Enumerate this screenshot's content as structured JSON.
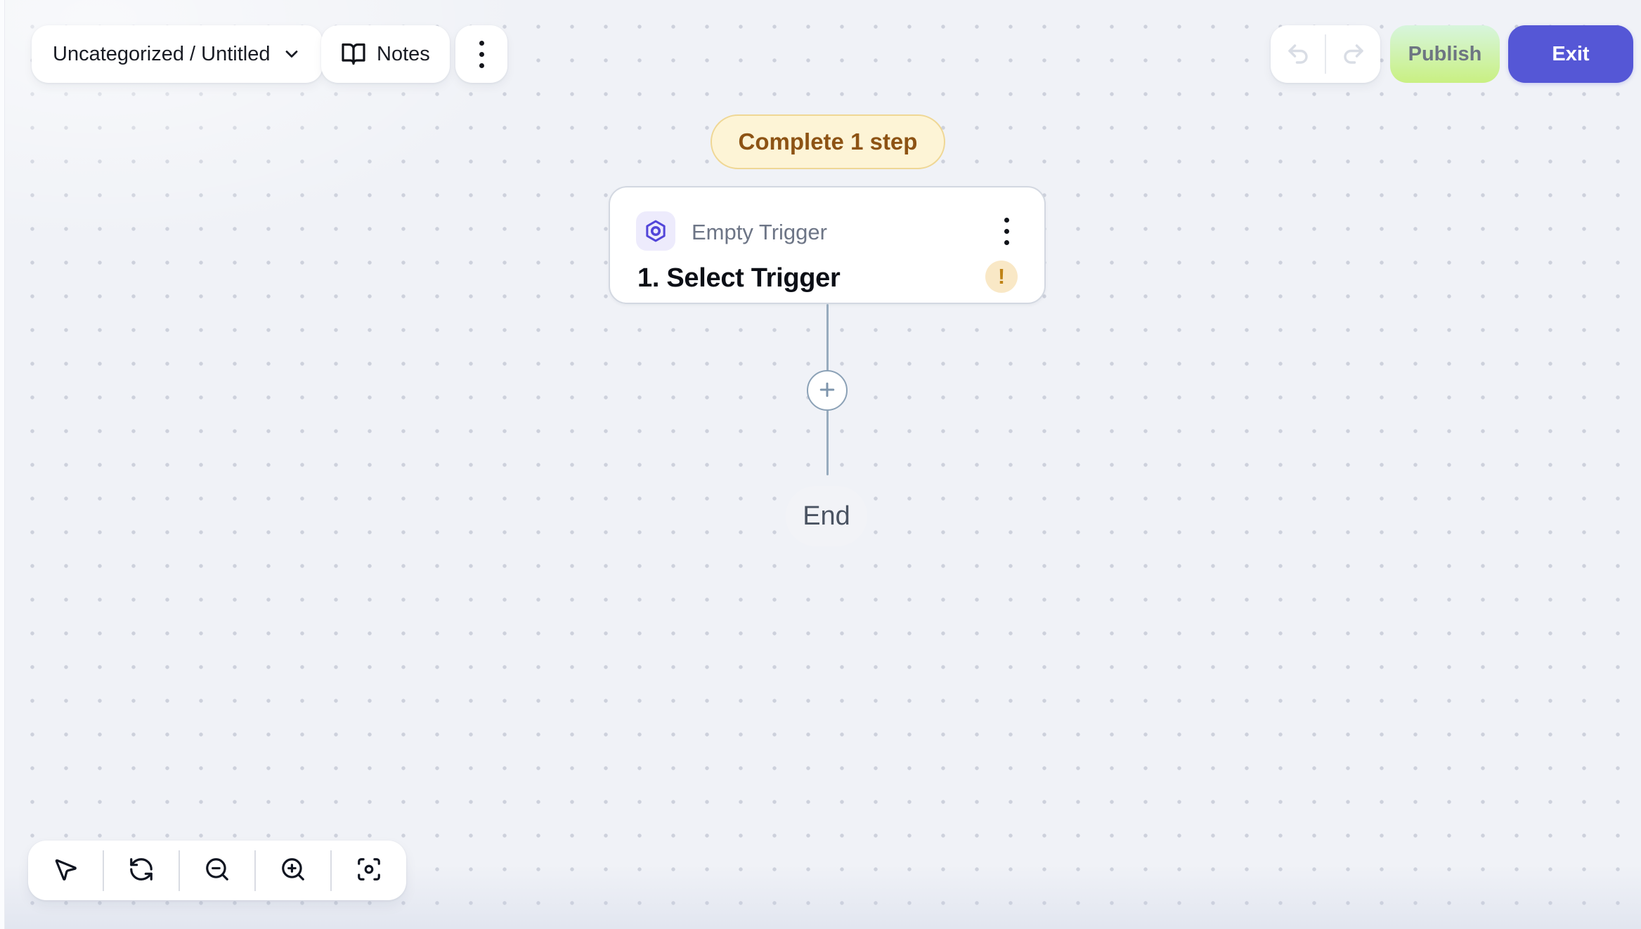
{
  "header": {
    "flow_breadcrumb": "Uncategorized / Untitled",
    "notes_label": "Notes",
    "publish_label": "Publish",
    "exit_label": "Exit"
  },
  "canvas": {
    "todo_badge_label": "Complete 1 step",
    "trigger_card": {
      "step_type": "Empty Trigger",
      "step_title": "1. Select Trigger",
      "warning_glyph": "!"
    },
    "end_label": "End"
  },
  "icons": {
    "chevron_down": "chevron-down-icon",
    "notes": "book-open-icon",
    "header_menu": "kebab-menu-icon",
    "undo": "undo-icon",
    "redo": "redo-icon",
    "trigger_piece": "hexagon-target-icon",
    "card_menu": "kebab-menu-icon",
    "warning": "exclamation-icon",
    "add_step": "plus-icon",
    "toolbar": [
      "cursor-icon",
      "refresh-icon",
      "zoom-out-icon",
      "zoom-in-icon",
      "fit-view-icon"
    ]
  },
  "colors": {
    "canvas_bg": "#f0f2f7",
    "dot_grid": "#cdd1dc",
    "accent_indigo": "#5557d6",
    "piece_icon": "#5245d9",
    "piece_icon_bg": "#edebfc",
    "publish_gradient_top": "#d7f5dd",
    "publish_gradient_bottom": "#c9f082",
    "badge_bg": "#fdf4d6",
    "badge_border": "#efd795",
    "badge_text": "#8d5314",
    "warning_bg": "#f9e8c6",
    "warning_fg": "#bf8316",
    "connector": "#97abbe",
    "card_border": "#d3d8e1",
    "end_node_bg": "#f2f3f7"
  }
}
